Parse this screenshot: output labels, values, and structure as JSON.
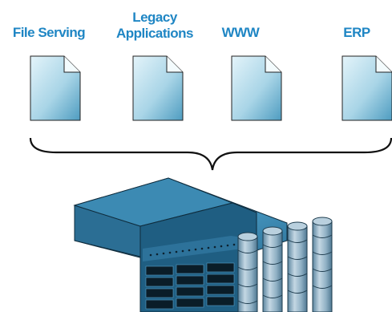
{
  "labels": {
    "file_serving": "File Serving",
    "legacy_line1": "Legacy",
    "legacy_line2": "Applications",
    "www": "WWW",
    "erp": "ERP"
  },
  "documents": [
    {
      "name": "file-serving"
    },
    {
      "name": "legacy-applications"
    },
    {
      "name": "www"
    },
    {
      "name": "erp"
    }
  ],
  "colors": {
    "label": "#1f86c4",
    "doc_light": "#d6eef6",
    "doc_dark": "#5ea8c8",
    "server_top": "#3f8fb8",
    "server_front": "#2c6f95",
    "cylinder": "#8fb0c4"
  }
}
